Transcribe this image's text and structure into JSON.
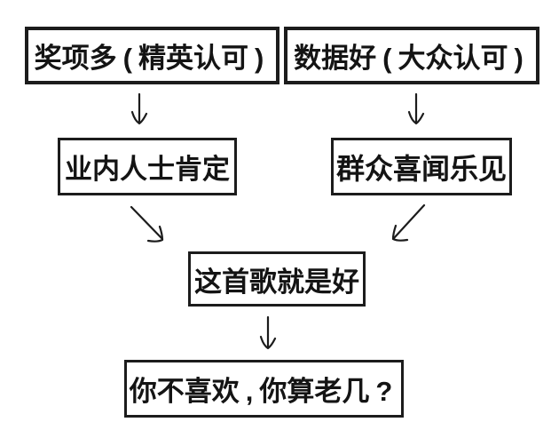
{
  "diagram": {
    "boxes": {
      "top_left": "奖项多(精英认可)",
      "top_right": "数据好(大众认可)",
      "mid_left": "业内人士肯定",
      "mid_right": "群众喜闻乐见",
      "center": "这首歌就是好",
      "bottom": "你不喜欢,你算老几?"
    },
    "colors": {
      "line": "#1c1c1c",
      "background": "#ffffff",
      "text": "#141414"
    }
  }
}
